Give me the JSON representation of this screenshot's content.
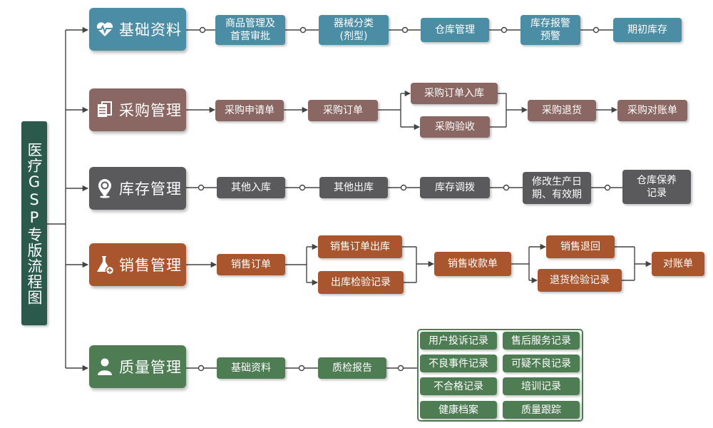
{
  "title": "医疗GSP专版流程图",
  "colors": {
    "basic": "#4b8da4",
    "purchase": "#8a6762",
    "inventory": "#5a5a5c",
    "sales": "#a9562f",
    "quality": "#4e7d54",
    "title_bg": "#2b5a4c",
    "connector": "#444444"
  },
  "categories": [
    {
      "key": "basic",
      "label": "基础资料",
      "icon": "heart-pulse-icon",
      "steps": [
        "商品管理及\n首营审批",
        "器械分类\n(剂型)",
        "仓库管理",
        "库存报警\n预警",
        "期初库存"
      ]
    },
    {
      "key": "purchase",
      "label": "采购管理",
      "icon": "documents-icon",
      "steps": [
        "采购申请单",
        "采购订单",
        "采购订单入库",
        "采购验收",
        "采购退货",
        "采购对账单"
      ]
    },
    {
      "key": "inventory",
      "label": "库存管理",
      "icon": "location-pin-icon",
      "steps": [
        "其他入库",
        "其他出库",
        "库存调拨",
        "修改生产日\n期、有效期",
        "仓库保养\n记录"
      ]
    },
    {
      "key": "sales",
      "label": "销售管理",
      "icon": "flask-icon",
      "steps": [
        "销售订单",
        "销售订单出库",
        "出库检验记录",
        "销售收款单",
        "销售退回",
        "退货检验记录",
        "对账单"
      ]
    },
    {
      "key": "quality",
      "label": "质量管理",
      "icon": "person-icon",
      "steps": [
        "基础资料",
        "质检报告"
      ],
      "records": [
        "用户投诉记录",
        "售后服务记录",
        "不良事件记录",
        "可疑不良记录",
        "不合格记录",
        "培训记录",
        "健康档案",
        "质量跟踪"
      ]
    }
  ]
}
